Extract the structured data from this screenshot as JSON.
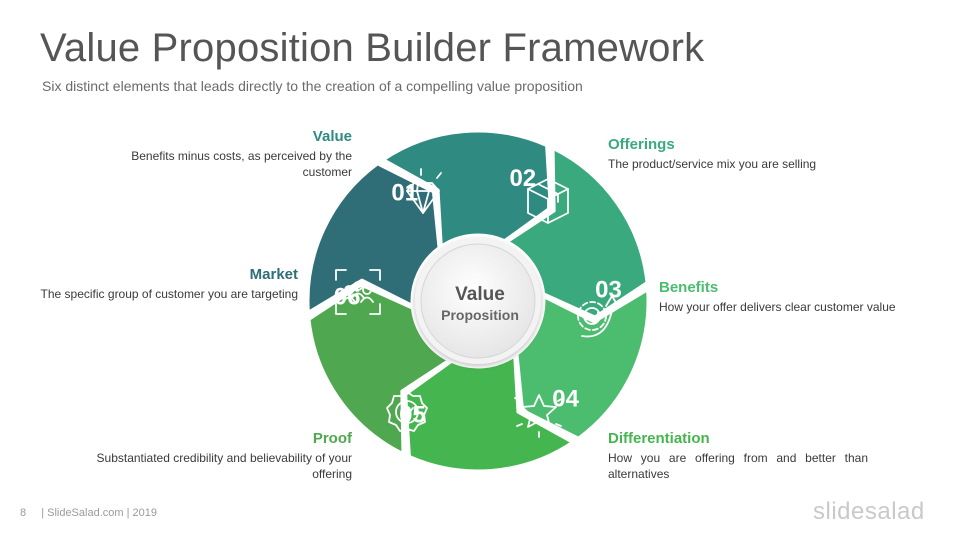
{
  "title": "Value Proposition Builder Framework",
  "subtitle": "Six distinct elements that leads directly to the creation of a compelling value proposition",
  "center": {
    "line1": "Value",
    "line2": "Proposition"
  },
  "segments": [
    {
      "num": "01",
      "icon": "target-group-icon",
      "color": "#2f6e77"
    },
    {
      "num": "02",
      "icon": "diamond-icon",
      "color": "#2f8a82"
    },
    {
      "num": "03",
      "icon": "box-icon",
      "color": "#3aaa7e"
    },
    {
      "num": "04",
      "icon": "growth-gear-icon",
      "color": "#4cbd6f"
    },
    {
      "num": "05",
      "icon": "star-icon",
      "color": "#45b64f"
    },
    {
      "num": "06",
      "icon": "badge-check-icon",
      "color": "#4fa84f"
    }
  ],
  "blocks": {
    "value": {
      "heading": "Value",
      "desc": "Benefits minus costs, as perceived by the customer"
    },
    "market": {
      "heading": "Market",
      "desc": "The specific group of customer you are targeting"
    },
    "proof": {
      "heading": "Proof",
      "desc": "Substantiated credibility and believability of your offering"
    },
    "offer": {
      "heading": "Offerings",
      "desc": "The product/service mix you are selling"
    },
    "benefit": {
      "heading": "Benefits",
      "desc": "How your offer delivers clear customer value"
    },
    "diff": {
      "heading": "Differentiation",
      "desc": "How you are offering from and better than alternatives"
    }
  },
  "footer": {
    "page": "8",
    "text": "| SlideSalad.com | 2019"
  },
  "brand": "slidesalad"
}
